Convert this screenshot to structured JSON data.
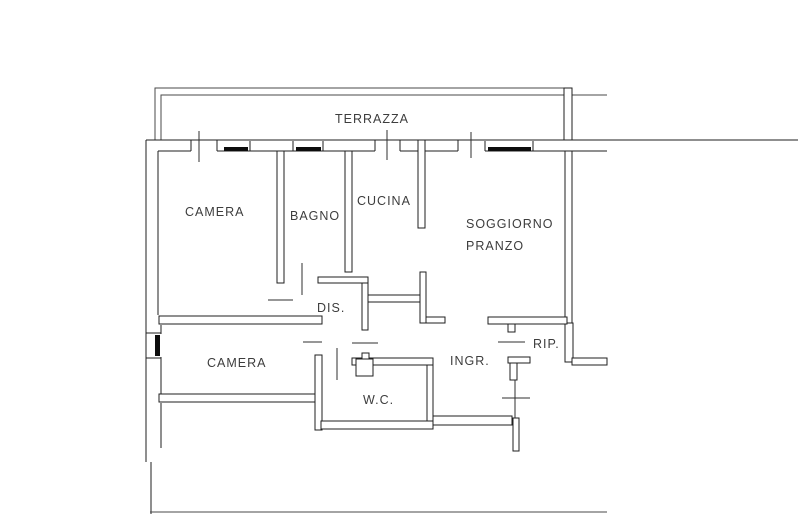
{
  "drawing": {
    "type": "apartment floor plan",
    "rooms": {
      "terrazza": "TERRAZZA",
      "camera1": "CAMERA",
      "bagno": "BAGNO",
      "cucina": "CUCINA",
      "soggiorno_line1": "SOGGIORNO",
      "soggiorno_line2": "PRANZO",
      "dis": "DIS.",
      "camera2": "CAMERA",
      "ingresso": "INGR.",
      "ripostiglio": "RIP.",
      "wc": "W.C."
    },
    "colors": {
      "background": "#ffffff",
      "wall_line": "#1f1f1f",
      "thin_line": "#4a4a4a",
      "window_fill": "#0d0d0d",
      "label_text": "#3d3d3d"
    }
  }
}
